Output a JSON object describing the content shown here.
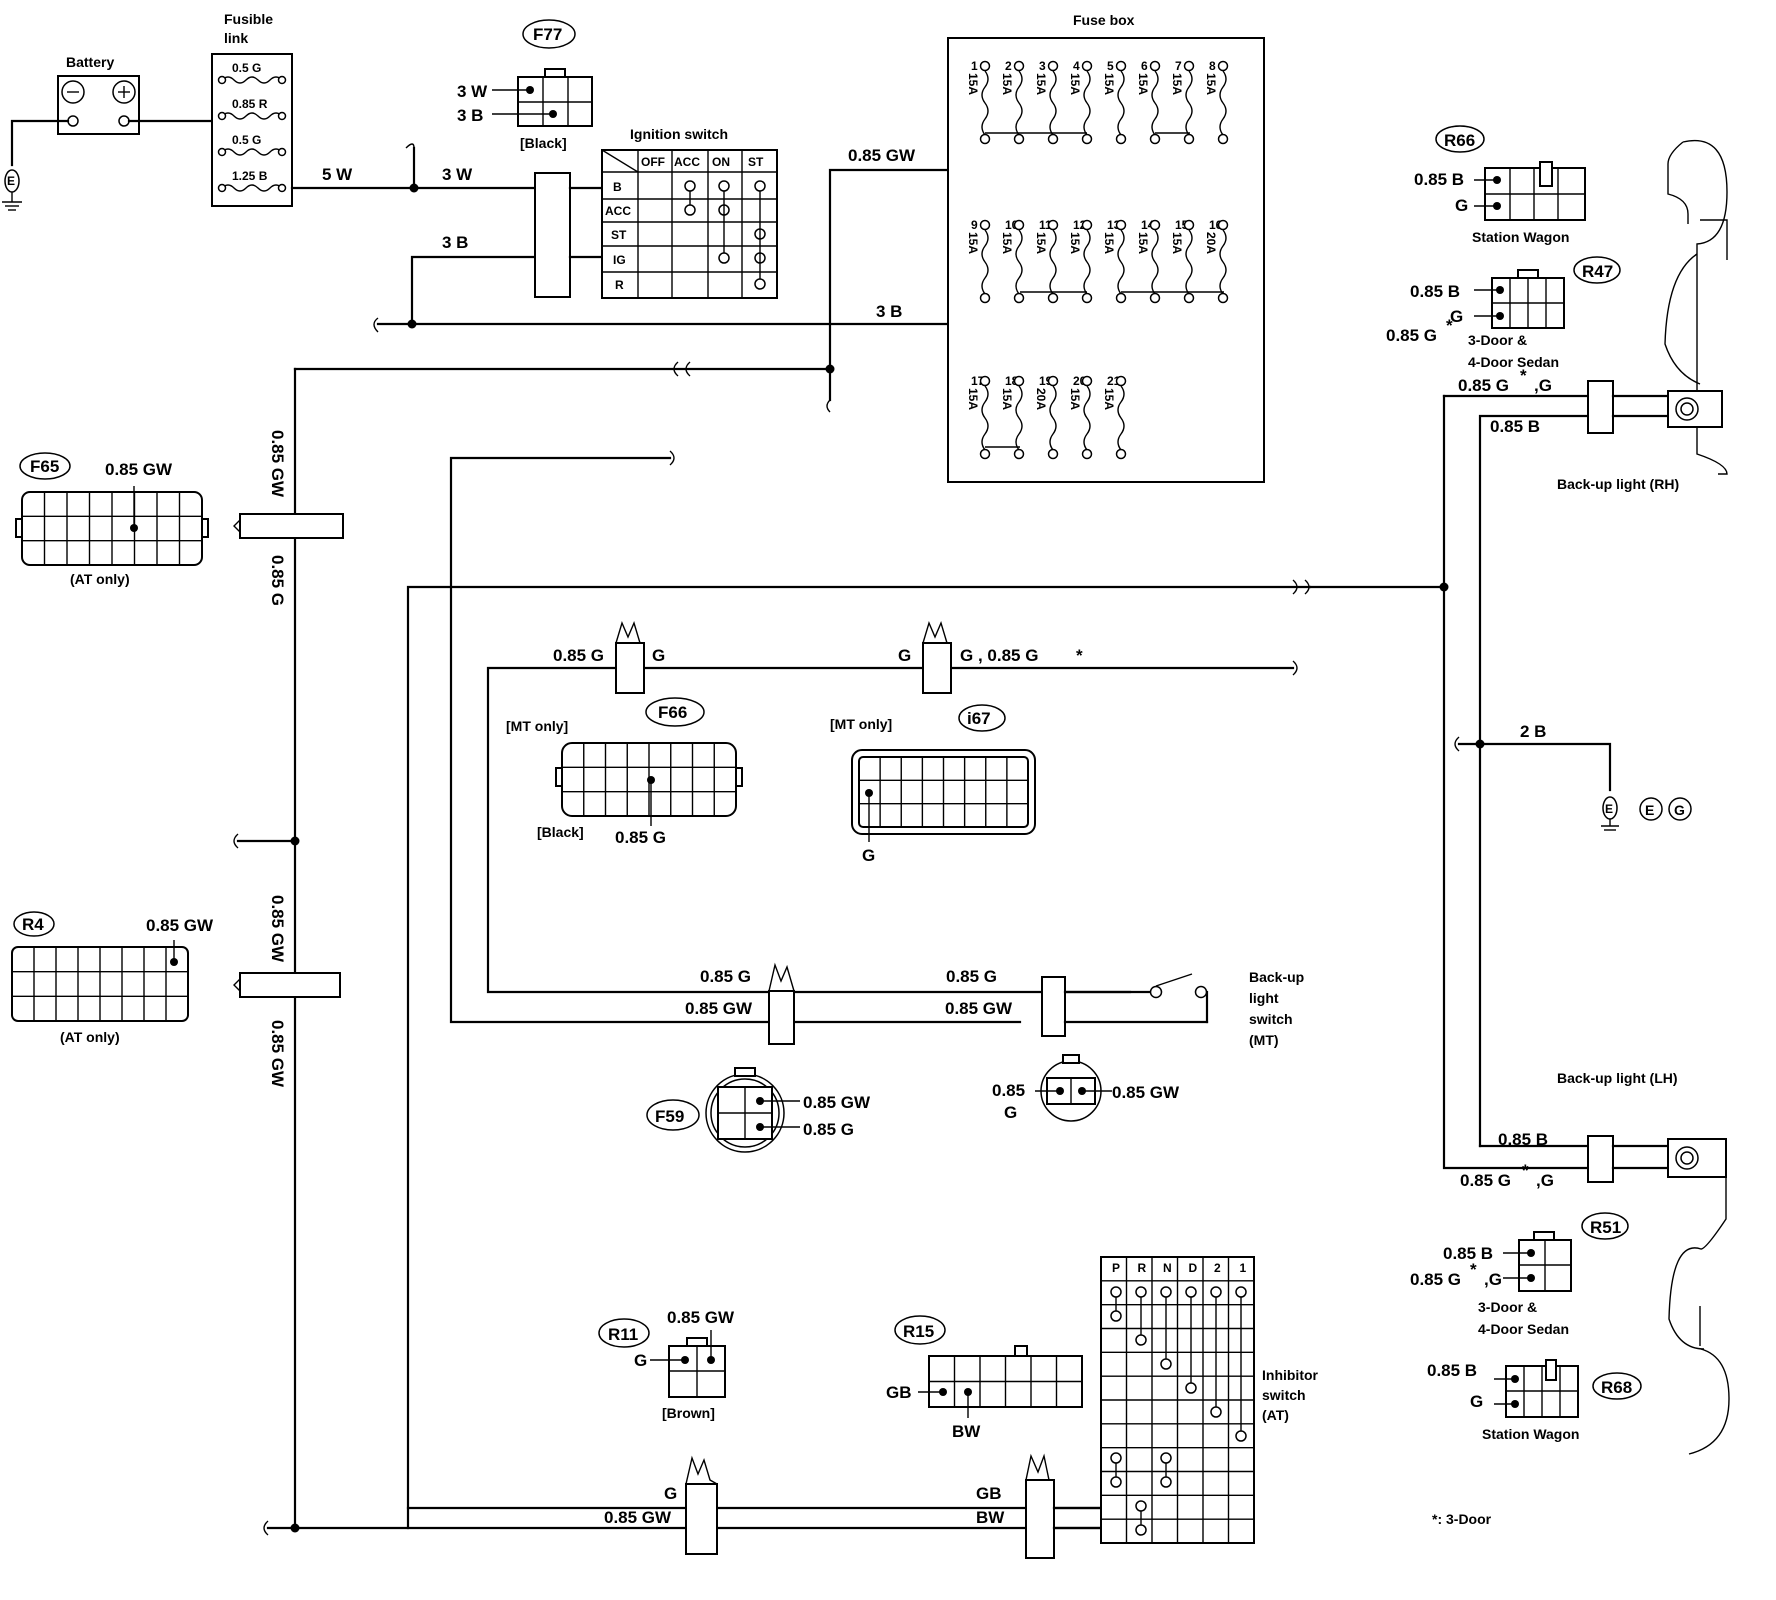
{
  "labels": {
    "battery": "Battery",
    "fusible_link": "Fusible",
    "fusible_link_2": "link",
    "fl_05g": "0.5 G",
    "fl_085r": "0.85 R",
    "fl_05g_b": "0.5 G",
    "fl_125b": "1.25 B",
    "w_5w": "5 W",
    "w_3w": "3 W",
    "w_3b": "3 B",
    "w_3b_long": "3 B",
    "f77": "F77",
    "f77_3w": "3 W",
    "f77_3b": "3 B",
    "f77_color": "[Black]",
    "ignition_switch": "Ignition switch",
    "ign_cols": [
      "OFF",
      "ACC",
      "ON",
      "ST"
    ],
    "ign_rows": [
      "B",
      "ACC",
      "ST",
      "IG",
      "R"
    ],
    "fuse_box": "Fuse box",
    "fuse_row1_nums": [
      "1",
      "2",
      "3",
      "4",
      "5",
      "6",
      "7",
      "8"
    ],
    "fuse_row1_amps": [
      "15A",
      "15A",
      "15A",
      "15A",
      "15A",
      "15A",
      "15A",
      "15A"
    ],
    "fuse_row2_nums": [
      "9",
      "10",
      "11",
      "12",
      "13",
      "14",
      "15",
      "16"
    ],
    "fuse_row2_amps": [
      "15A",
      "15A",
      "15A",
      "15A",
      "15A",
      "15A",
      "15A",
      "20A"
    ],
    "fuse_row3_nums": [
      "17",
      "18",
      "19",
      "20",
      "21"
    ],
    "fuse_row3_amps": [
      "15A",
      "15A",
      "20A",
      "15A",
      "15A"
    ],
    "w_085gw_top": "0.85 GW",
    "f65": "F65",
    "f65_wire": "0.85 GW",
    "f65_note": "(AT only)",
    "r4": "R4",
    "r4_wire": "0.85 GW",
    "r4_note": "(AT only)",
    "vert_085gw_1": "0.85 GW",
    "vert_085g": "0.85 G",
    "vert_085gw_2": "0.85 GW",
    "vert_085gw_3": "0.85 GW",
    "f66_conn_085g": "0.85 G",
    "f66_conn_g": "G",
    "i67_conn_g": "G",
    "i67_conn_g2": "G ,  0.85 G",
    "star": "*",
    "f66": "F66",
    "f66_note": "[MT only]",
    "f66_color": "[Black]",
    "f66_wire": "0.85 G",
    "i67": "i67",
    "i67_note": "[MT only]",
    "i67_wire": "G",
    "sw_085g_a": "0.85 G",
    "sw_085gw_a": "0.85 GW",
    "sw_085g_b": "0.85 G",
    "sw_085gw_b": "0.85 GW",
    "backup_sw": "Back-up",
    "backup_sw_2": "light",
    "backup_sw_3": "switch",
    "backup_sw_4": "(MT)",
    "f59": "F59",
    "f59_085gw": "0.85 GW",
    "f59_085g": "0.85 G",
    "sw_conn_085": "0.85",
    "sw_conn_g": "G",
    "sw_conn_085gw": "0.85 GW",
    "r11": "R11",
    "r11_085gw": "0.85 GW",
    "r11_g": "G",
    "r11_color": "[Brown]",
    "r15": "R15",
    "r15_gb": "GB",
    "r15_bw": "BW",
    "bot_g": "G",
    "bot_085gw": "0.85 GW",
    "bot_gb": "GB",
    "bot_bw": "BW",
    "inhib_cols": [
      "P",
      "R",
      "N",
      "D",
      "2",
      "1"
    ],
    "inhibitor": "Inhibitor",
    "inhibitor_2": "switch",
    "inhibitor_3": "(AT)",
    "r66": "R66",
    "r66_085b": "0.85 B",
    "r66_g": "G",
    "r66_note": "Station Wagon",
    "r47": "R47",
    "r47_085b": "0.85 B",
    "r47_g": "G",
    "r47_085gs": "0.85 G",
    "r47_note": "3-Door &",
    "r47_note_2": "4-Door Sedan",
    "rh_085gs": "0.85 G",
    "rh_085gs_2": ",G",
    "rh_085b": "0.85 B",
    "backup_rh": "Back-up light (RH)",
    "w_2b": "2 B",
    "ground_eg": "E",
    "ground_eg_2": "G",
    "backup_lh": "Back-up light (LH)",
    "lh_085b": "0.85 B",
    "lh_085gs": "0.85 G",
    "lh_085gs_2": ",G",
    "r51": "R51",
    "r51_085b": "0.85 B",
    "r51_085gs": "0.85 G",
    "r51_085gs_2": ",G",
    "r51_note": "3-Door &",
    "r51_note_2": "4-Door Sedan",
    "r68": "R68",
    "r68_085b": "0.85 B",
    "r68_g": "G",
    "r68_note": "Station Wagon",
    "footnote": "*:  3-Door"
  }
}
